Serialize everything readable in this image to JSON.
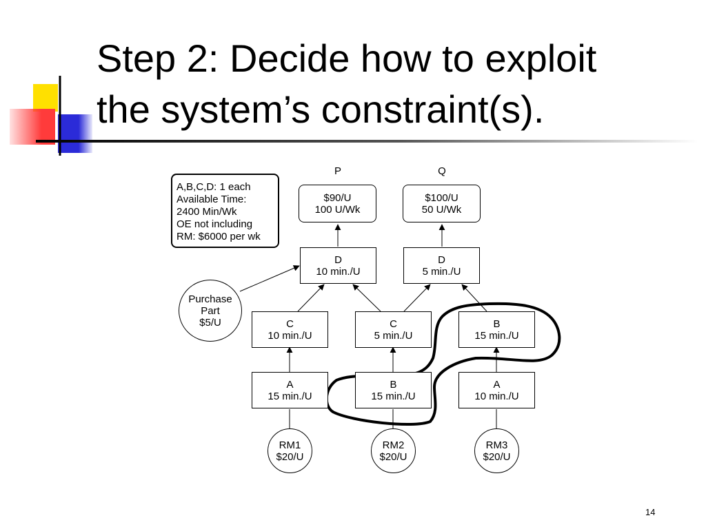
{
  "title": {
    "line1": "Step 2:  Decide how to exploit",
    "line2": "the system’s constraint(s)."
  },
  "note": {
    "lines": [
      "A,B,C,D: 1 each",
      "Available Time:",
      "2400 Min/Wk",
      "OE not including",
      "RM: $6000 per wk"
    ]
  },
  "products": {
    "p": {
      "label": "P",
      "price": "$90/U",
      "demand": "100 U/Wk"
    },
    "q": {
      "label": "Q",
      "price": "$100/U",
      "demand": "50 U/Wk"
    }
  },
  "nodes": {
    "d_left": {
      "resource": "D",
      "time": "10 min./U"
    },
    "d_right": {
      "resource": "D",
      "time": "5 min./U"
    },
    "c_left": {
      "resource": "C",
      "time": "10 min./U"
    },
    "c_mid": {
      "resource": "C",
      "time": "5 min./U"
    },
    "b_right": {
      "resource": "B",
      "time": "15 min./U"
    },
    "a_left": {
      "resource": "A",
      "time": "15 min./U"
    },
    "b_mid": {
      "resource": "B",
      "time": "15 min./U"
    },
    "a_right": {
      "resource": "A",
      "time": "10 min./U"
    }
  },
  "purchase_part": {
    "line1": "Purchase",
    "line2": "Part",
    "cost": "$5/U"
  },
  "raw_materials": {
    "rm1": {
      "name": "RM1",
      "cost": "$20/U"
    },
    "rm2": {
      "name": "RM2",
      "cost": "$20/U"
    },
    "rm3": {
      "name": "RM3",
      "cost": "$20/U"
    }
  },
  "colors": {
    "yellow": "#ffe000",
    "red": "#ff3b3b",
    "blue": "#2b2bd8",
    "ink": "#000000"
  },
  "page_number": "14"
}
